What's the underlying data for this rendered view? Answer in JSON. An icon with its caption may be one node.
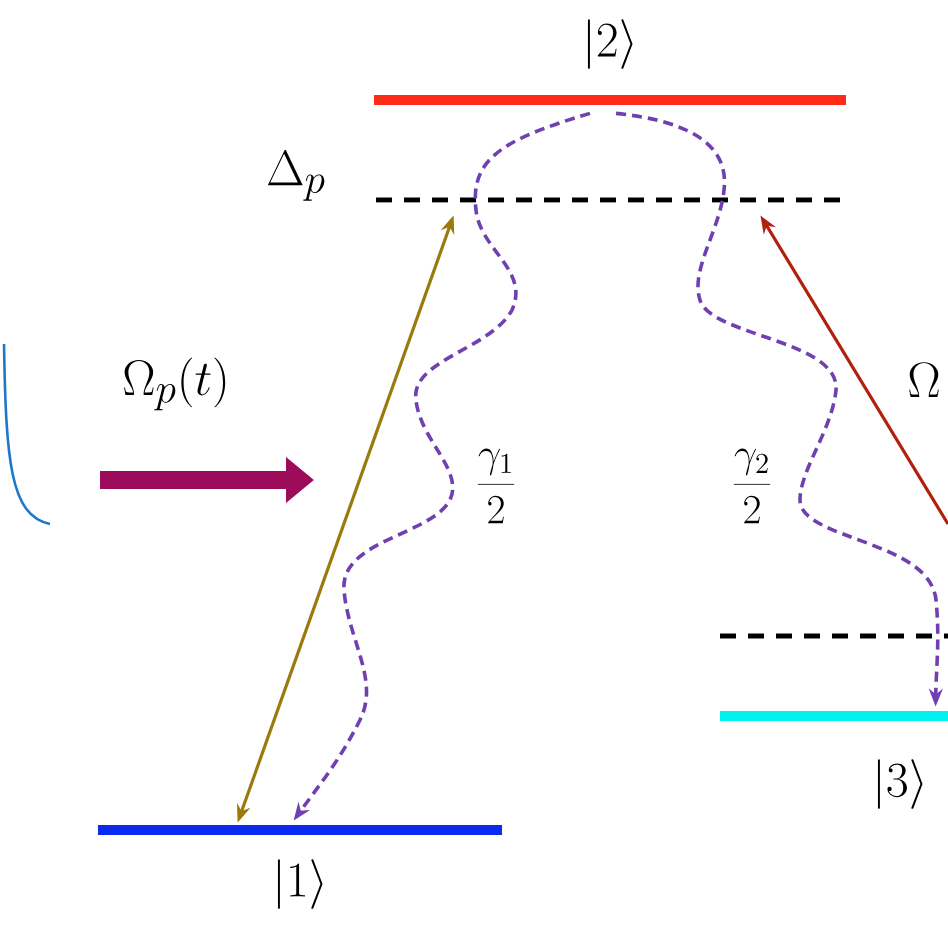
{
  "diagram": {
    "nodes": [
      {
        "text": [
          "|2\\rangle"
        ]
      },
      {
        "text": [],
        "shape": "bar",
        "beside": [
          "\\Delta_p"
        ]
      },
      {
        "text": [
          "|1\\rangle"
        ]
      },
      {
        "text": [],
        "shape": "bar"
      },
      {
        "text": [
          "|3\\rangle"
        ]
      }
    ],
    "edges": [
      {
        "from": 2,
        "to": 1,
        "arrow": "both",
        "color": "#9a7a0c"
      },
      {
        "from": null,
        "to": 1,
        "arrow": "to",
        "color": "#b0200e"
      },
      {
        "from": 0,
        "to": 2,
        "arrow": "to",
        "style": "dashed",
        "color": "#7040b0",
        "label": "\\frac{\\gamma_1}{2}"
      },
      {
        "from": 0,
        "to": 4,
        "arrow": "to",
        "style": "dashed",
        "color": "#7040b0",
        "label": "\\frac{\\gamma_2}{2}"
      }
    ],
    "labels": [
      "\\Omega_p(t)",
      "\\Omega"
    ]
  }
}
